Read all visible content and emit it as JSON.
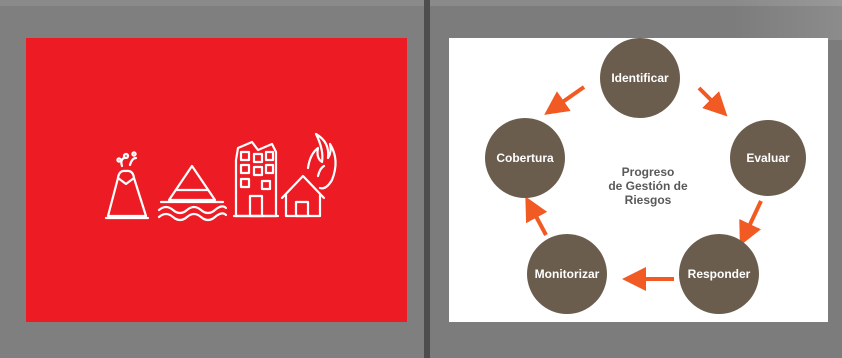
{
  "left_slide": {
    "background": "#ed1c24",
    "icons": [
      "volcano-icon",
      "flooded-house-icon",
      "damaged-building-icon",
      "burning-house-icon"
    ]
  },
  "right_slide": {
    "center_label_lines": [
      "Progreso",
      "de Gestión de",
      "Riesgos"
    ],
    "stages": [
      "Identificar",
      "Evaluar",
      "Responder",
      "Monitorizar",
      "Cobertura"
    ],
    "node_color": "#6b5d4d",
    "arrow_color": "#f15a22"
  }
}
